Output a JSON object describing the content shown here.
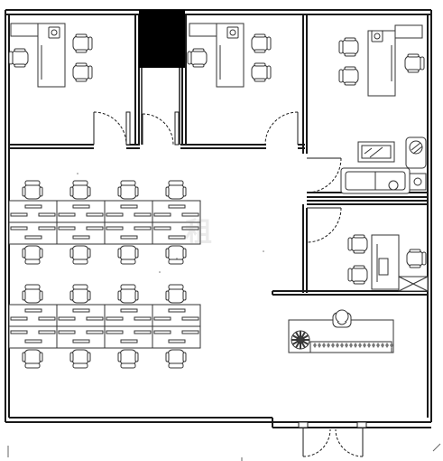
{
  "watermark": "租",
  "colors": {
    "line": "#1a1a1a",
    "thin": "#555555",
    "shaft": "#000000",
    "floor": "#ffffff",
    "plant": "#3a3a3a"
  },
  "rooms": [
    {
      "id": "office-1"
    },
    {
      "id": "elevator-shaft"
    },
    {
      "id": "office-2"
    },
    {
      "id": "office-3"
    },
    {
      "id": "lounge"
    },
    {
      "id": "meeting-office"
    },
    {
      "id": "open-workspace"
    },
    {
      "id": "reception"
    }
  ],
  "workstations": {
    "clusters": 2,
    "rows_per_cluster": 2,
    "desks_per_row": 4
  },
  "icons": [
    "door-swing-icon",
    "chair-icon",
    "desk-icon",
    "sofa-icon",
    "tv-icon",
    "plant-icon",
    "armchair-icon",
    "reception-desk-icon"
  ]
}
